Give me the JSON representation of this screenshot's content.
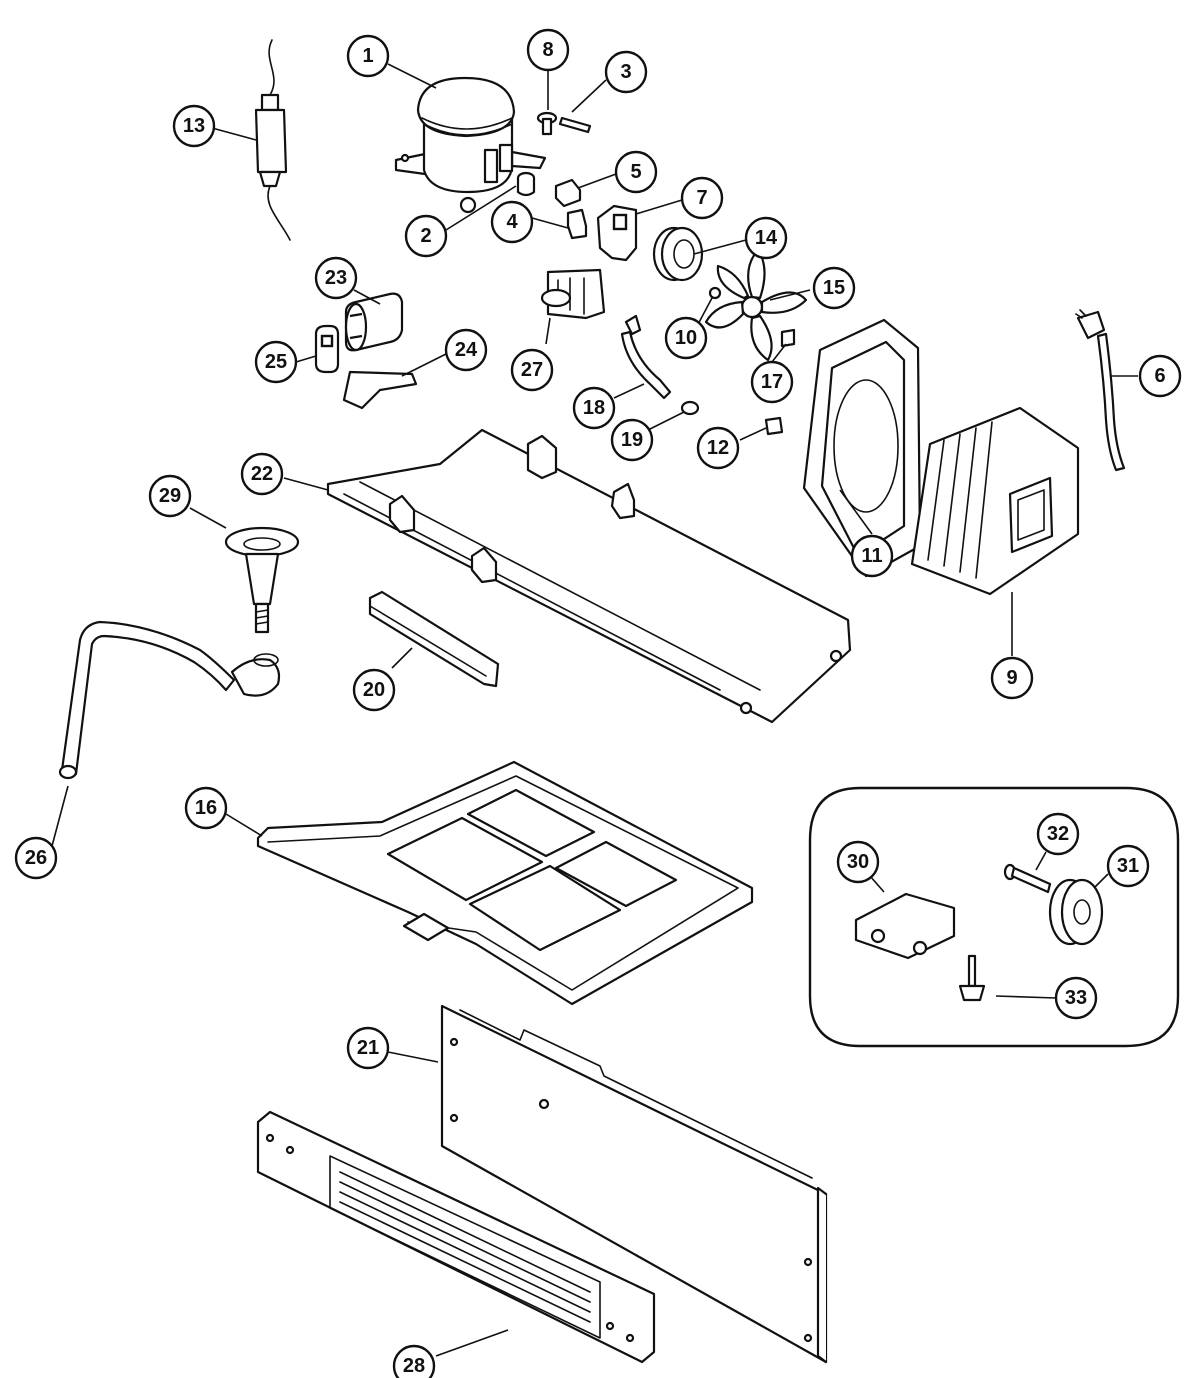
{
  "callouts": [
    {
      "id": "1",
      "label": "1"
    },
    {
      "id": "2",
      "label": "2"
    },
    {
      "id": "3",
      "label": "3"
    },
    {
      "id": "4",
      "label": "4"
    },
    {
      "id": "5",
      "label": "5"
    },
    {
      "id": "6",
      "label": "6"
    },
    {
      "id": "7",
      "label": "7"
    },
    {
      "id": "8",
      "label": "8"
    },
    {
      "id": "9",
      "label": "9"
    },
    {
      "id": "10",
      "label": "10"
    },
    {
      "id": "11",
      "label": "11"
    },
    {
      "id": "12",
      "label": "12"
    },
    {
      "id": "13",
      "label": "13"
    },
    {
      "id": "14",
      "label": "14"
    },
    {
      "id": "15",
      "label": "15"
    },
    {
      "id": "16",
      "label": "16"
    },
    {
      "id": "17",
      "label": "17"
    },
    {
      "id": "18",
      "label": "18"
    },
    {
      "id": "19",
      "label": "19"
    },
    {
      "id": "20",
      "label": "20"
    },
    {
      "id": "21",
      "label": "21"
    },
    {
      "id": "22",
      "label": "22"
    },
    {
      "id": "23",
      "label": "23"
    },
    {
      "id": "24",
      "label": "24"
    },
    {
      "id": "25",
      "label": "25"
    },
    {
      "id": "26",
      "label": "26"
    },
    {
      "id": "27",
      "label": "27"
    },
    {
      "id": "28",
      "label": "28"
    },
    {
      "id": "29",
      "label": "29"
    },
    {
      "id": "30",
      "label": "30"
    },
    {
      "id": "31",
      "label": "31"
    },
    {
      "id": "32",
      "label": "32"
    },
    {
      "id": "33",
      "label": "33"
    }
  ]
}
